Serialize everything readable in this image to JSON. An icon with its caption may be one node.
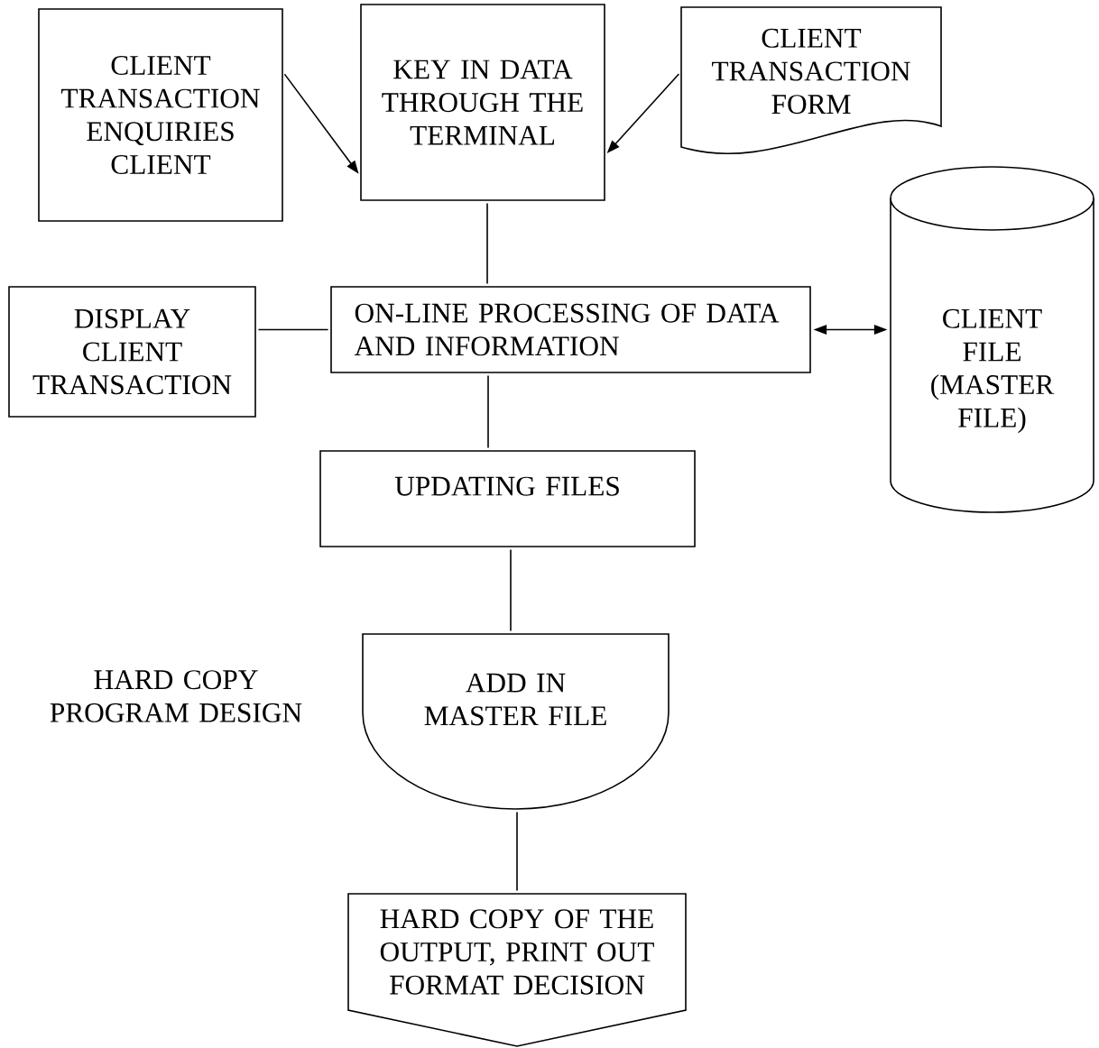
{
  "diagram": {
    "nodes": [
      {
        "text": [
          "CLIENT TRANSACTION ENQUIRIES CLIENT"
        ]
      },
      {
        "text": [
          "KEY IN DATA THROUGH THE TERMINAL"
        ]
      },
      {
        "text": [
          "CLIENT TRANSACTION FORM"
        ]
      },
      {
        "text": [
          "DISPLAY CLIENT TRANSACTION"
        ]
      },
      {
        "text": [
          "ON-LINE PROCESSING OF DATA AND INFORMATION"
        ]
      },
      {
        "text": [
          "CLIENT FILE (MASTER FILE)"
        ]
      },
      {
        "text": [
          "UPDATING FILES"
        ]
      },
      {
        "text": [
          "ADD IN MASTER FILE"
        ]
      },
      {
        "text": [
          "HARD COPY OF THE OUTPUT, PRINT OUT FORMAT DECISION"
        ]
      }
    ],
    "edges": [
      {
        "from": 0,
        "to": 1,
        "arrow": "to"
      },
      {
        "from": 2,
        "to": 1,
        "arrow": "to"
      },
      {
        "from": 1,
        "to": 4,
        "arrow": "none"
      },
      {
        "from": 3,
        "to": 4,
        "arrow": "none"
      },
      {
        "from": 4,
        "to": 5,
        "arrow": "both"
      },
      {
        "from": 4,
        "to": 6,
        "arrow": "none"
      },
      {
        "from": 6,
        "to": 7,
        "arrow": "none"
      },
      {
        "from": 7,
        "to": 8,
        "arrow": "none"
      }
    ],
    "labels": [
      "HARD COPY PROGRAM DESIGN"
    ]
  }
}
